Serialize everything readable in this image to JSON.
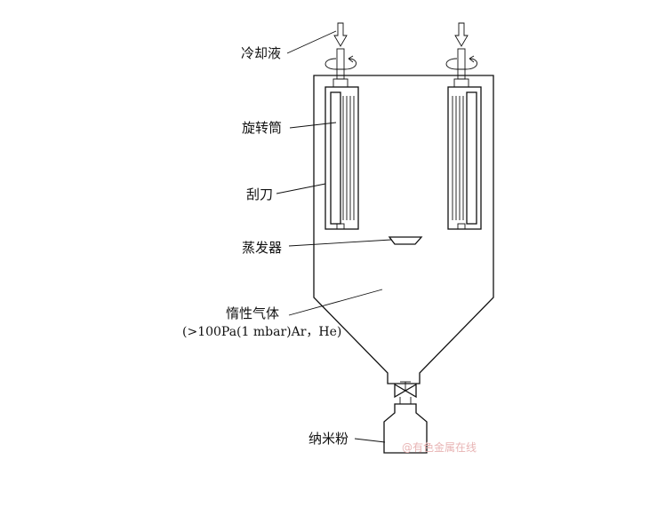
{
  "diagram": {
    "labels": {
      "coolant": "冷却液",
      "rotating_drum": "旋转筒",
      "scraper": "刮刀",
      "evaporator": "蒸发器",
      "inert_gas": "惰性气体",
      "inert_gas_condition": "(>100Pa(1 mbar)Ar，He)",
      "nano_powder": "纳米粉"
    },
    "watermark": "@有色金属在线"
  }
}
